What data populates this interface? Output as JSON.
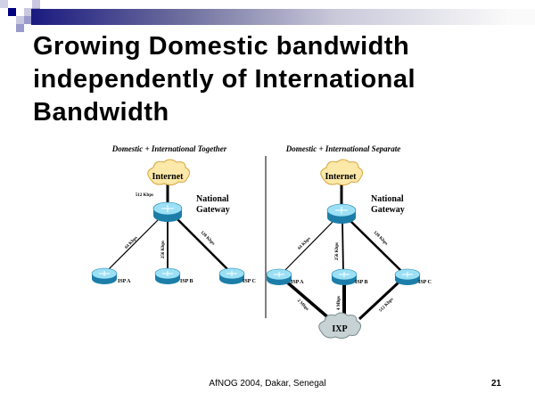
{
  "title": {
    "line1": "Growing Domestic bandwidth",
    "line2": "independently of International",
    "line3": "Bandwidth"
  },
  "diagram": {
    "left": {
      "heading": "Domestic + International Together",
      "internet": "Internet",
      "gateway1": "National",
      "gateway2": "Gateway",
      "uplink": "512 Kbps",
      "isps": [
        "ISP A",
        "ISP B",
        "ISP C"
      ],
      "links": [
        "64 Kbps",
        "256 Kbps",
        "128 Kbps"
      ]
    },
    "right": {
      "heading": "Domestic + International Separate",
      "internet": "Internet",
      "gateway1": "National",
      "gateway2": "Gateway",
      "isps": [
        "ISP A",
        "ISP B",
        "ISP C"
      ],
      "links": [
        "64 Kbps",
        "256 Kbps",
        "128 Kbps"
      ],
      "ixp": "IXP",
      "ixp_links": [
        "2 Mbps",
        "4 Mbps",
        "512 Kbps"
      ]
    }
  },
  "footer": {
    "text": "AfNOG 2004, Dakar, Senegal",
    "page": "21"
  }
}
